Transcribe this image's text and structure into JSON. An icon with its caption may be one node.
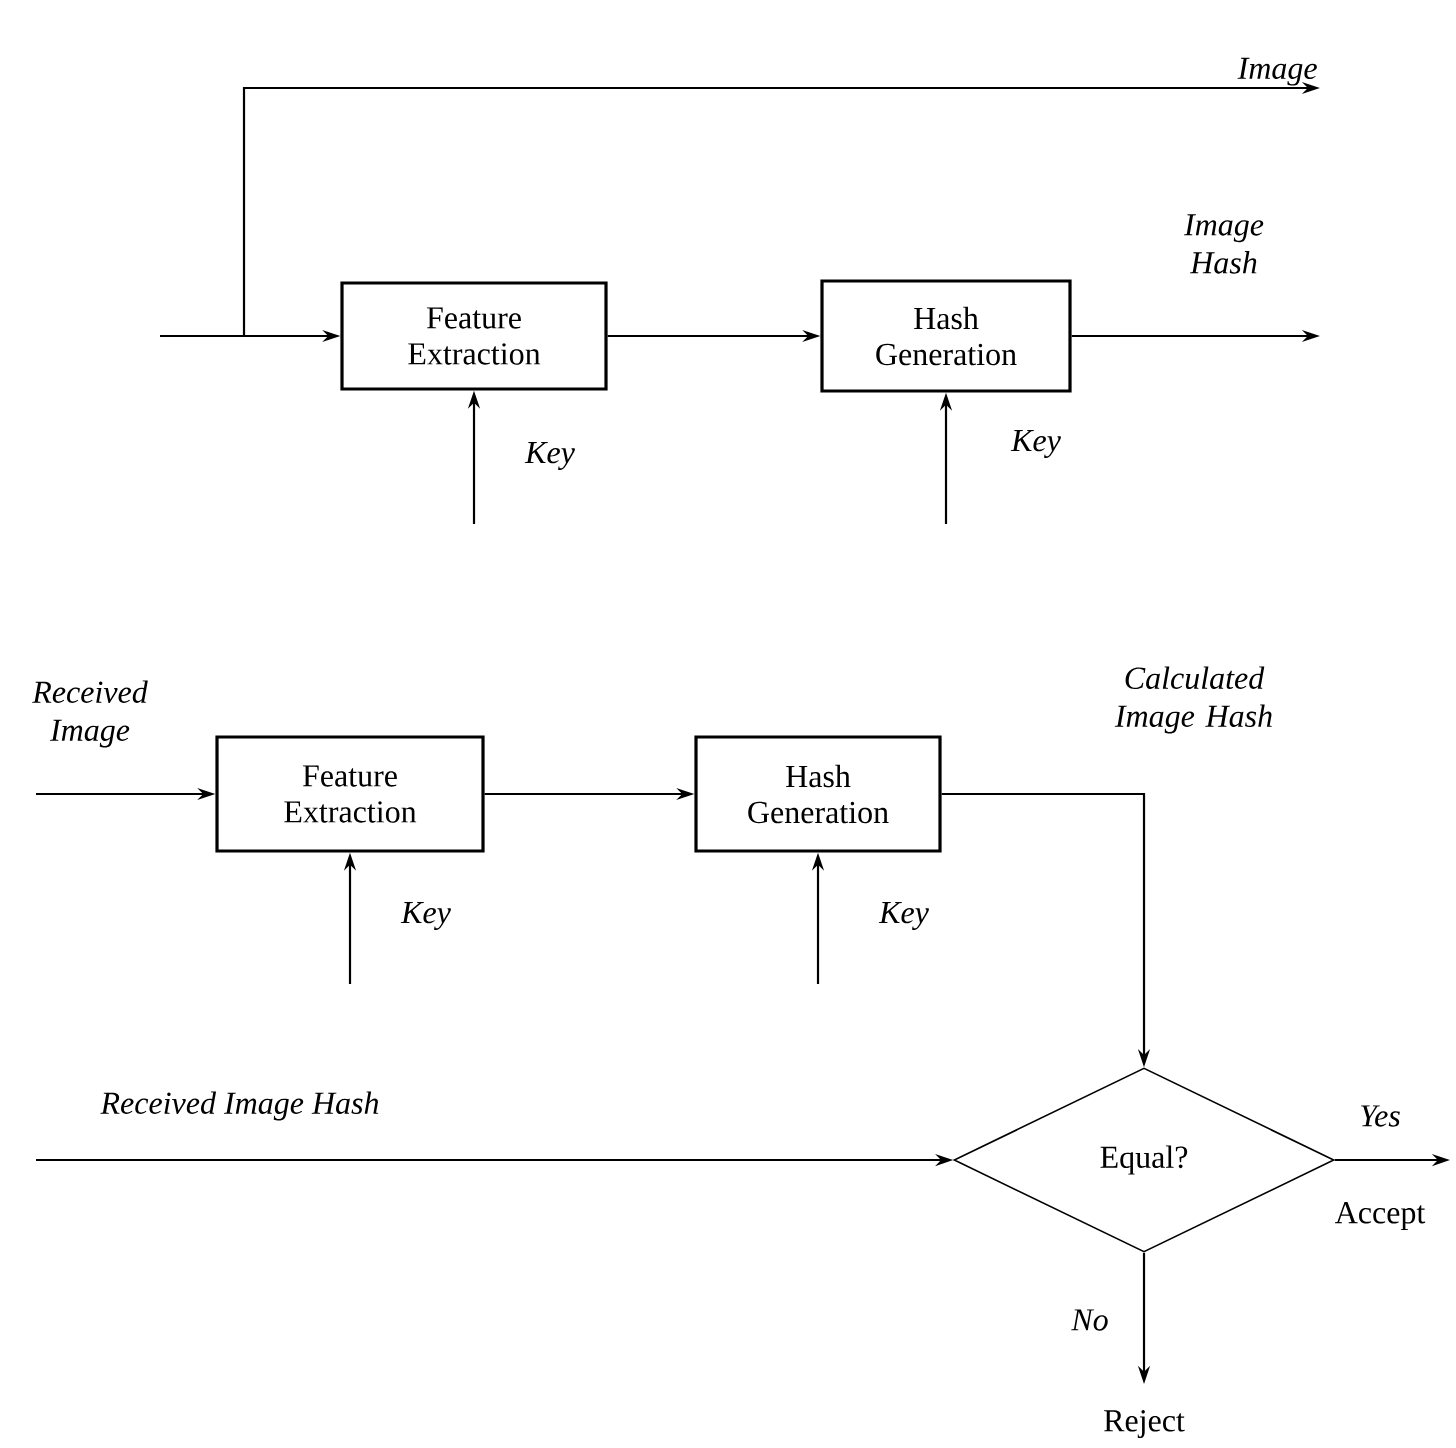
{
  "diagram": {
    "nodes": [
      {
        "text": [
          "Feature Extraction"
        ]
      },
      {
        "text": [
          "Hash Generation"
        ]
      },
      {
        "text": [
          "Feature Extraction"
        ]
      },
      {
        "text": [
          "Hash Generation"
        ]
      },
      {
        "text": [
          "Equal?"
        ]
      },
      {
        "text": [
          "Image"
        ]
      }
    ],
    "edges": [
      {
        "from": null,
        "to": 0,
        "arrow": "to"
      },
      {
        "from": null,
        "to": 5,
        "arrow": "to"
      },
      {
        "from": 0,
        "to": 1,
        "arrow": "to"
      },
      {
        "from": 1,
        "to": null,
        "arrow": "to",
        "label": "Image Hash"
      },
      {
        "from": null,
        "to": 0,
        "arrow": "to",
        "label": "Key"
      },
      {
        "from": null,
        "to": 1,
        "arrow": "to",
        "label": "Key"
      },
      {
        "from": null,
        "to": 2,
        "arrow": "to",
        "label": "Received Image"
      },
      {
        "from": 2,
        "to": 3,
        "arrow": "to"
      },
      {
        "from": null,
        "to": 2,
        "arrow": "to",
        "label": "Key"
      },
      {
        "from": null,
        "to": 3,
        "arrow": "to",
        "label": "Key"
      },
      {
        "from": 3,
        "to": 4,
        "arrow": "to",
        "label": "Calculated Image Hash"
      },
      {
        "from": null,
        "to": 4,
        "arrow": "to",
        "label": "Received Image Hash"
      },
      {
        "from": 4,
        "to": null,
        "arrow": "to",
        "label": "Yes"
      },
      {
        "from": 4,
        "to": null,
        "arrow": "to",
        "label": "No"
      }
    ],
    "labels": [
      "Accept",
      "Reject"
    ]
  }
}
